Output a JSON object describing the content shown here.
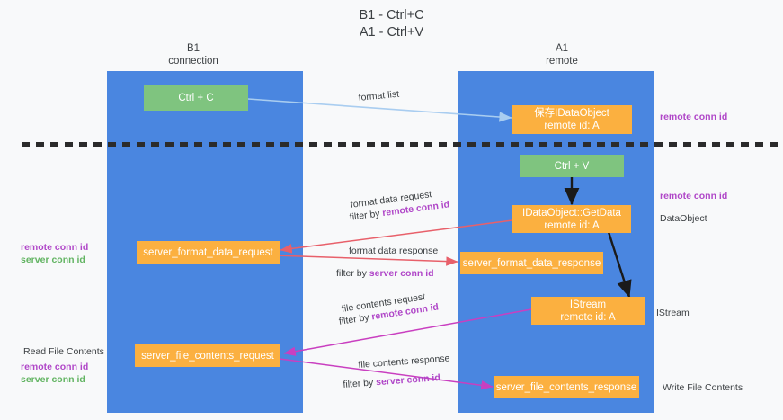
{
  "title": {
    "line1": "B1 - Ctrl+C",
    "line2": "A1 - Ctrl+V"
  },
  "columns": [
    {
      "name": "B1",
      "sub": "connection"
    },
    {
      "name": "A1",
      "sub": "remote"
    }
  ],
  "nodes": {
    "ctrl_c": {
      "label": "Ctrl + C"
    },
    "ctrl_v": {
      "label": "Ctrl + V"
    },
    "save_idataobject": {
      "line1": "保存IDataObject",
      "line2": "remote id: A"
    },
    "idataobject_getdata": {
      "line1": "IDataObject::GetData",
      "line2": "remote id: A"
    },
    "istream": {
      "line1": "IStream",
      "line2": "remote id: A"
    },
    "server_format_data_request": {
      "label": "server_format_data_request"
    },
    "server_format_data_response": {
      "label": "server_format_data_response"
    },
    "server_file_contents_request": {
      "label": "server_file_contents_request"
    },
    "server_file_contents_response": {
      "label": "server_file_contents_response"
    }
  },
  "edge_labels": {
    "format_list": "format list",
    "format_data_request": "format data request",
    "format_data_request_filter_prefix": "filter by ",
    "format_data_request_filter_key": "remote conn id",
    "format_data_response": "format data response",
    "format_data_response_filter_prefix": "filter by ",
    "format_data_response_filter_key": "server conn id",
    "file_contents_request": "file contents request",
    "file_contents_request_filter_prefix": "filter by ",
    "file_contents_request_filter_key": "remote conn id",
    "file_contents_response": "file contents response",
    "file_contents_response_filter_prefix": "filter by ",
    "file_contents_response_filter_key": "server conn id"
  },
  "annotations": {
    "left_mid_remote": "remote conn id",
    "left_mid_server": "server conn id",
    "left_read_file_contents": "Read File Contents",
    "left_bottom_remote": "remote conn id",
    "left_bottom_server": "server conn id",
    "right_top_remote": "remote conn id",
    "right_mid_remote": "remote conn id",
    "right_dataobject": "DataObject",
    "right_istream": "IStream",
    "right_write_file_contents": "Write File Contents"
  },
  "colors": {
    "lane": "#4a86e0",
    "node_orange": "#fbb040",
    "node_green": "#7fc47f",
    "arrow_light_blue": "#a9cdf0",
    "arrow_red": "#e8606a",
    "arrow_magenta": "#c93fc0",
    "arrow_black": "#1a1a1a",
    "divider_dashed": "#2b2b2b",
    "accent_remote": "#b047c8",
    "accent_server": "#62b462",
    "background": "#f8f9fa"
  }
}
